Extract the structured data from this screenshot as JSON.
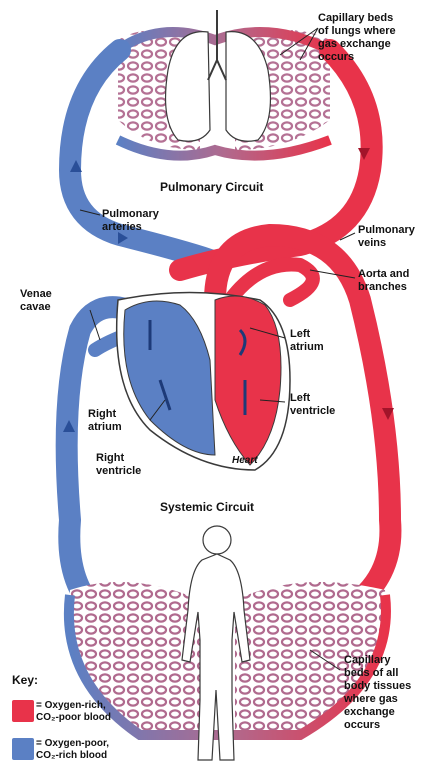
{
  "colors": {
    "oxygen_rich": "#e8334a",
    "oxygen_poor": "#5b80c4",
    "capillary_mix": "#b06a8e",
    "outline": "#3a3a3a"
  },
  "titles": {
    "pulmonary": "Pulmonary Circuit",
    "systemic": "Systemic Circuit",
    "heart": "Heart"
  },
  "labels": {
    "lung_capillaries": "Capillary beds\nof lungs where\ngas exchange\noccurs",
    "pulmonary_arteries": "Pulmonary\narteries",
    "pulmonary_veins": "Pulmonary\nveins",
    "aorta": "Aorta and\nbranches",
    "venae_cavae": "Venae\ncavae",
    "left_atrium": "Left\natrium",
    "left_ventricle": "Left\nventricle",
    "right_atrium": "Right\natrium",
    "right_ventricle": "Right\nventricle",
    "body_capillaries": "Capillary\nbeds of all\nbody tissues\nwhere gas\nexchange\noccurs"
  },
  "key": {
    "title": "Key:",
    "items": [
      {
        "text": "= Oxygen-rich,\nCO₂-poor blood",
        "color": "#e8334a"
      },
      {
        "text": "= Oxygen-poor,\nCO₂-rich blood",
        "color": "#5b80c4"
      }
    ]
  }
}
